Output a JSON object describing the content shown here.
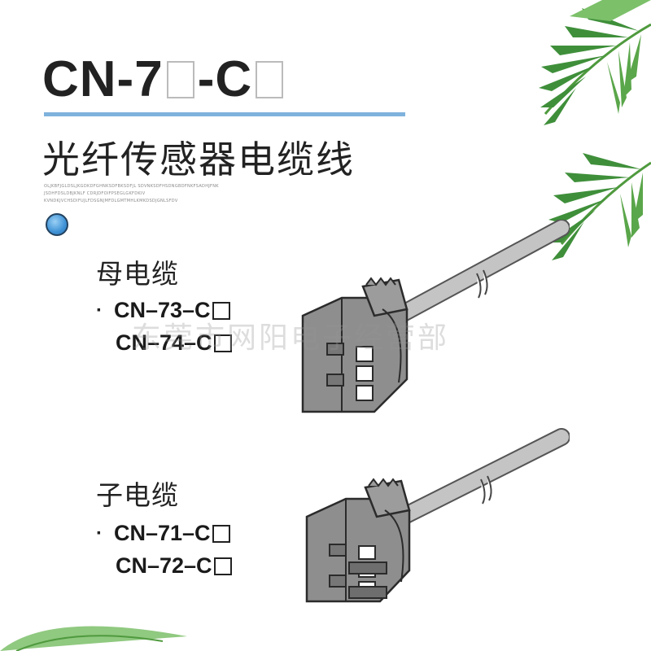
{
  "header": {
    "title_parts": [
      "CN-7",
      "-C"
    ],
    "subtitle": "光纤传感器电缆线",
    "fine_print": [
      "OLJKBFJGLDSLJKGDKDFGHNKSDFBKSDFJL SDVNKSDFHSDNGBDFNKFSADHJFNK",
      "JSDHFDSLDBJKNLF CDRJDFOIFPSEGLGKFDKIV",
      "KVNDKJVCHSDIFUJLFDSGNJMFDLGMTMHLKMKDSDJGNLSFDV"
    ]
  },
  "female": {
    "heading": "母电缆",
    "bullet": "·",
    "models": [
      "CN–73–C",
      "CN–74–C"
    ]
  },
  "male": {
    "heading": "子电缆",
    "bullet": "·",
    "models": [
      "CN–71–C",
      "CN–72–C"
    ]
  },
  "watermark": "东莞市网阳电子经营部",
  "colors": {
    "accent_line": "#7fb2dc",
    "dot": "#3f92d6",
    "connector": "#8e8e8e",
    "cable": "#bfbfbf",
    "leaf": "#3f8f3a"
  },
  "icons": [
    "leaf-decoration",
    "connector-female-image",
    "connector-male-image",
    "blue-dot-icon"
  ]
}
